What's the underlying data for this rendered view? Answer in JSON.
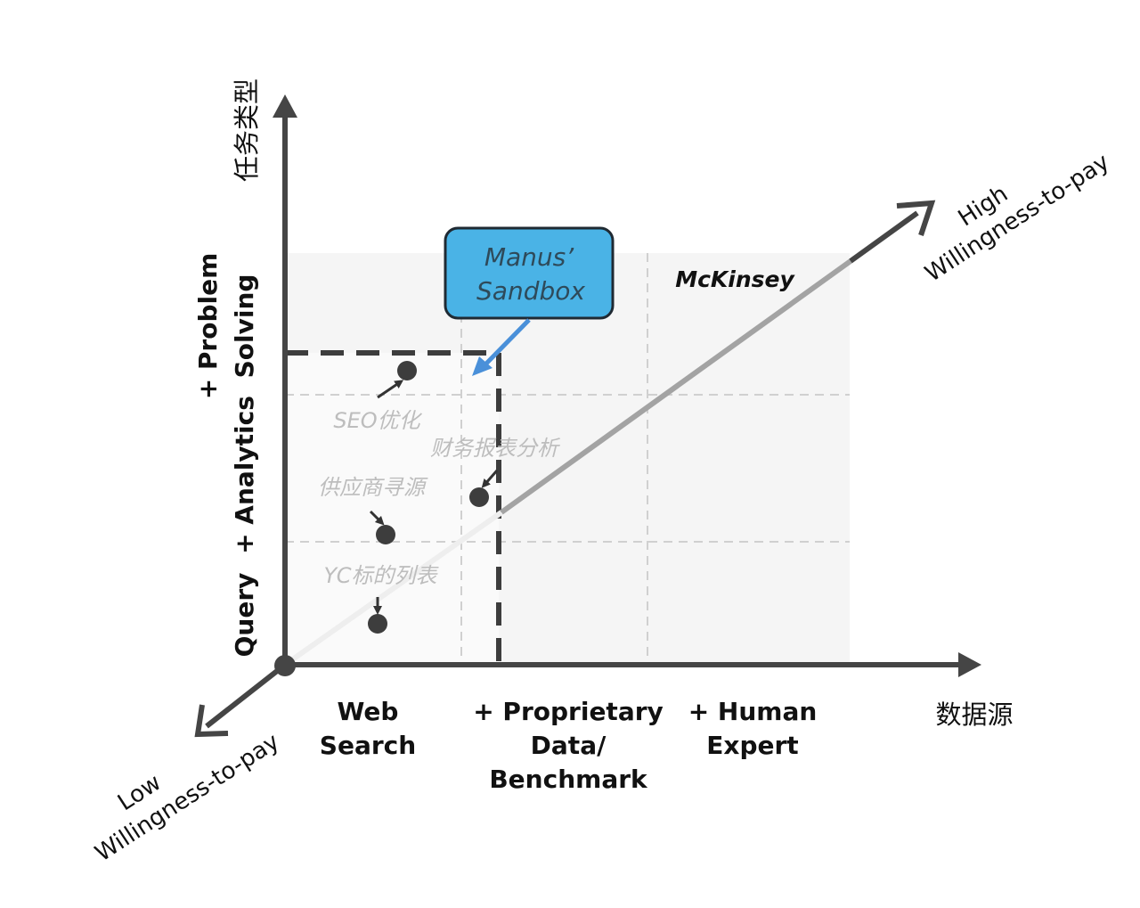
{
  "axes": {
    "y_title": "任务类型",
    "x_title": "数据源",
    "diag_high": [
      "High",
      "Willingness-to-pay"
    ],
    "diag_low": [
      "Low",
      "Willingness-to-pay"
    ]
  },
  "columns": {
    "web": [
      "Web",
      "Search"
    ],
    "proprietary": [
      "+ Proprietary",
      "Data/",
      "Benchmark"
    ],
    "human": [
      "+ Human",
      "Expert"
    ]
  },
  "rows": {
    "query": "Query",
    "analytics": "+ Analytics",
    "problem": [
      "+ Problem",
      "Solving"
    ]
  },
  "callout": {
    "lines": [
      "Manus’",
      "Sandbox"
    ],
    "fill": "#4ab3e6",
    "arrow_color": "#4a90d9"
  },
  "region_label": "McKinsey",
  "tasks": {
    "seo": "SEO优化",
    "finance": "财务报表分析",
    "supply": "供应商寻源",
    "yc": "YC标的列表"
  },
  "colors": {
    "axis": "#454545",
    "grid_bg": "#f5f5f5",
    "task_text": "#bdbdbd",
    "diag_light": "#eeeeee",
    "diag_mid": "#a3a3a3"
  }
}
